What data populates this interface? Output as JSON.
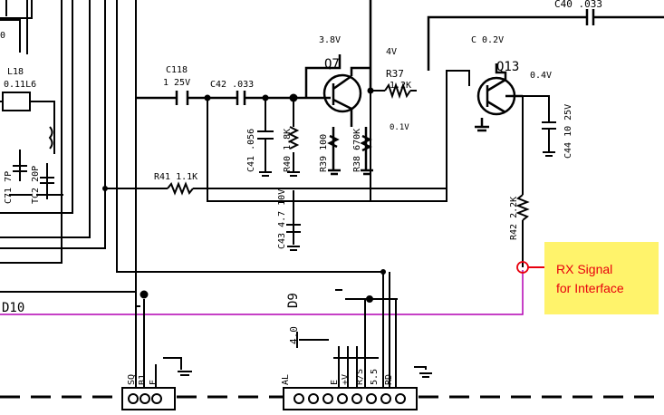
{
  "colors": {
    "background": "#ffffff",
    "wire": "#000000",
    "signal_wire": "#b400b4",
    "note_fill": "#fff36b",
    "note_text": "#e8000d"
  },
  "schematic": {
    "labels": {
      "c40": "C40 .033",
      "q7": "Q7",
      "q13": "Q13",
      "q7_collector_v": "3.8V",
      "q13_collector_v": "C 0.2V",
      "q7_emitter_v": "4V",
      "q13_emitter_v": "0.4V",
      "r37": "R37",
      "r37_value": "1.2K",
      "c118": "C118",
      "c118_value": "1 25V",
      "c42": "C42 .033",
      "l18": "L18",
      "l18_value": "0.11L6",
      "c41": "C41 .056",
      "r40": "R40 1.8K",
      "r39": "R39 100",
      "r38": "R38 670K",
      "q7_base_v": "0.1V",
      "r41": "R41 1.1K",
      "c43": "C43 4.7 10V",
      "c44": "C44 10 25V",
      "r42": "R42 2.2K",
      "c71": "C71 7P",
      "tc2": "TC2 20P",
      "d10": "D10",
      "d9": "D9",
      "d9_anode": "4.0",
      "conn_left": [
        "SQ",
        "B1",
        "E"
      ],
      "conn_right": [
        "AL",
        "E",
        "+V",
        "R/S",
        "5.5",
        "RD"
      ],
      "left_top": "0"
    }
  },
  "callout": {
    "line1": "RX Signal",
    "line2": "for Interface"
  }
}
